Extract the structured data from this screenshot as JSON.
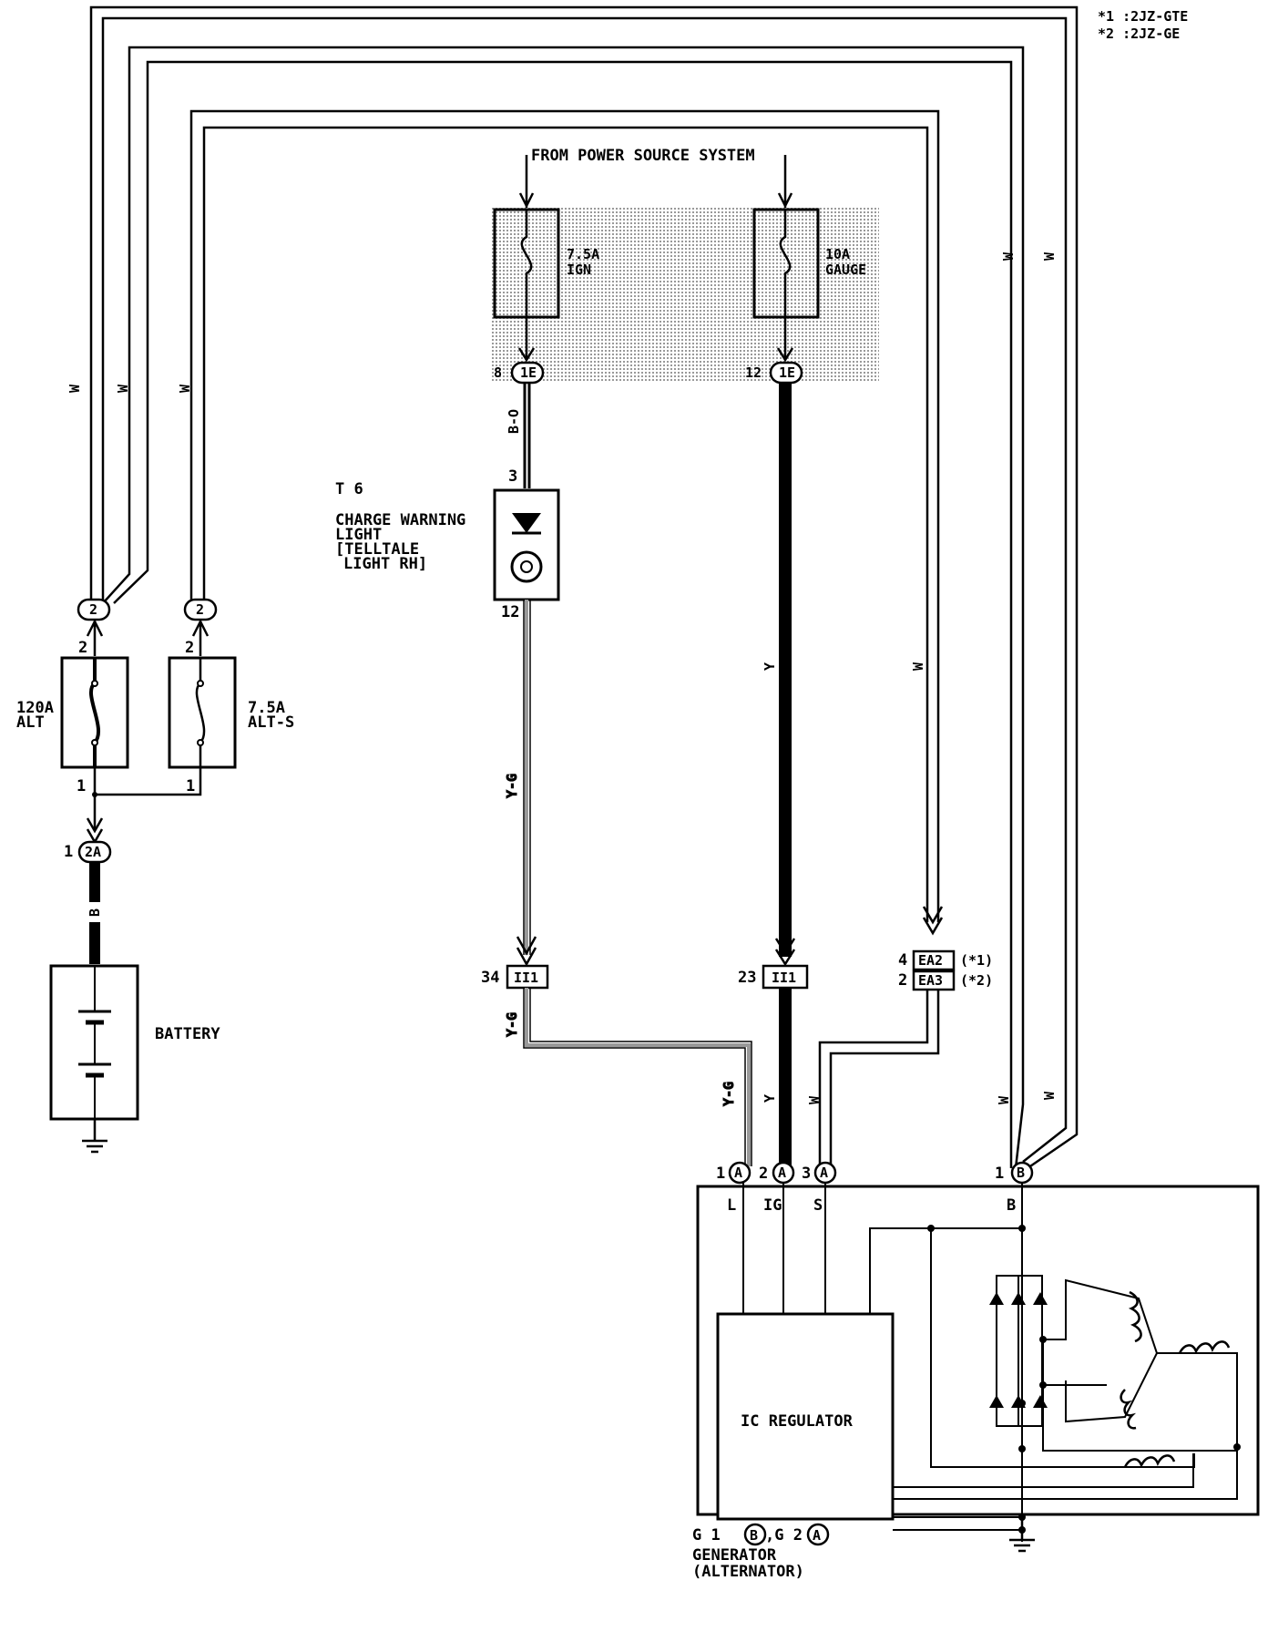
{
  "legend": {
    "note1": "*1 :2JZ-GTE",
    "note2": "*2 :2JZ-GE"
  },
  "power_source": "FROM POWER SOURCE SYSTEM",
  "fuses": {
    "ign": {
      "rating": "7.5A",
      "name": "IGN"
    },
    "gauge": {
      "rating": "10A",
      "name": "GAUGE"
    },
    "alt": {
      "rating": "120A",
      "name": "ALT"
    },
    "alts": {
      "rating": "7.5A",
      "name": "ALT-S"
    }
  },
  "connectors": {
    "ign_out": {
      "pin": "8",
      "code": "1E"
    },
    "gauge_out": {
      "pin": "12",
      "code": "1E"
    },
    "alt_top": {
      "code": "2"
    },
    "alts_top": {
      "code": "2"
    },
    "alt_pin_top": "2",
    "alts_pin_top": "2",
    "alt_pin_bot": "1",
    "alts_pin_bot": "1",
    "battery_conn": {
      "pin": "1",
      "code": "2A"
    },
    "ii1_left": {
      "pin": "34",
      "code": "II1"
    },
    "ii1_mid": {
      "pin": "23",
      "code": "II1"
    },
    "ea2": {
      "pin": "4",
      "code": "EA2",
      "note": "(*1)"
    },
    "ea3": {
      "pin": "2",
      "code": "EA3",
      "note": "(*2)"
    },
    "gen_l": {
      "pin": "1",
      "code": "A",
      "term": "L"
    },
    "gen_ig": {
      "pin": "2",
      "code": "A",
      "term": "IG"
    },
    "gen_s": {
      "pin": "3",
      "code": "A",
      "term": "S"
    },
    "gen_b": {
      "pin": "1",
      "code": "B",
      "term": "B"
    }
  },
  "wire_colors": {
    "bo": "B-O",
    "yg1": "Y-G",
    "yg2": "Y-G",
    "yg3": "Y-G",
    "y1": "Y",
    "y2": "Y",
    "b": "B",
    "w": "W"
  },
  "components": {
    "warning_light": {
      "id": "T 6",
      "line1": "CHARGE WARNING",
      "line2": "LIGHT",
      "line3": "[TELLTALE",
      "line4": "LIGHT RH]",
      "pin_in": "3",
      "pin_out": "12"
    },
    "battery": "BATTERY",
    "regulator": "IC REGULATOR",
    "generator": {
      "ref_g1": "G 1",
      "ref_g1_code": "B",
      "ref_g2": ",G 2",
      "ref_g2_code": "A",
      "line1": "GENERATOR",
      "line2": "(ALTERNATOR)"
    }
  }
}
